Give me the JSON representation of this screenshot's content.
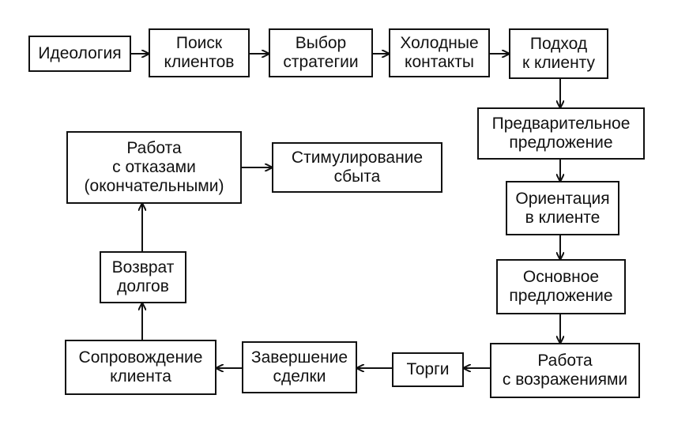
{
  "diagram": {
    "nodes": {
      "ideology": "Идеология",
      "client_search": "Поиск\nклиентов",
      "strategy_choice": "Выбор\nстратегии",
      "cold_contacts": "Холодные\nконтакты",
      "client_approach": "Подход\nк клиенту",
      "preliminary_offer": "Предварительное\nпредложение",
      "client_orientation": "Ориентация\nв клиенте",
      "main_offer": "Основное\nпредложение",
      "objections_work": "Работа\nс возражениями",
      "bargaining": "Торги",
      "deal_closing": "Завершение\nсделки",
      "client_support": "Сопровождение\nклиента",
      "debt_return": "Возврат\nдолгов",
      "refusals_work": "Работа\nс отказами\n(окончательными)",
      "sales_promotion": "Стимулирование\nсбыта"
    },
    "edges": [
      [
        "ideology",
        "client_search"
      ],
      [
        "client_search",
        "strategy_choice"
      ],
      [
        "strategy_choice",
        "cold_contacts"
      ],
      [
        "cold_contacts",
        "client_approach"
      ],
      [
        "client_approach",
        "preliminary_offer"
      ],
      [
        "preliminary_offer",
        "client_orientation"
      ],
      [
        "client_orientation",
        "main_offer"
      ],
      [
        "main_offer",
        "objections_work"
      ],
      [
        "objections_work",
        "bargaining"
      ],
      [
        "bargaining",
        "deal_closing"
      ],
      [
        "deal_closing",
        "client_support"
      ],
      [
        "client_support",
        "debt_return"
      ],
      [
        "debt_return",
        "refusals_work"
      ],
      [
        "refusals_work",
        "sales_promotion"
      ]
    ]
  }
}
